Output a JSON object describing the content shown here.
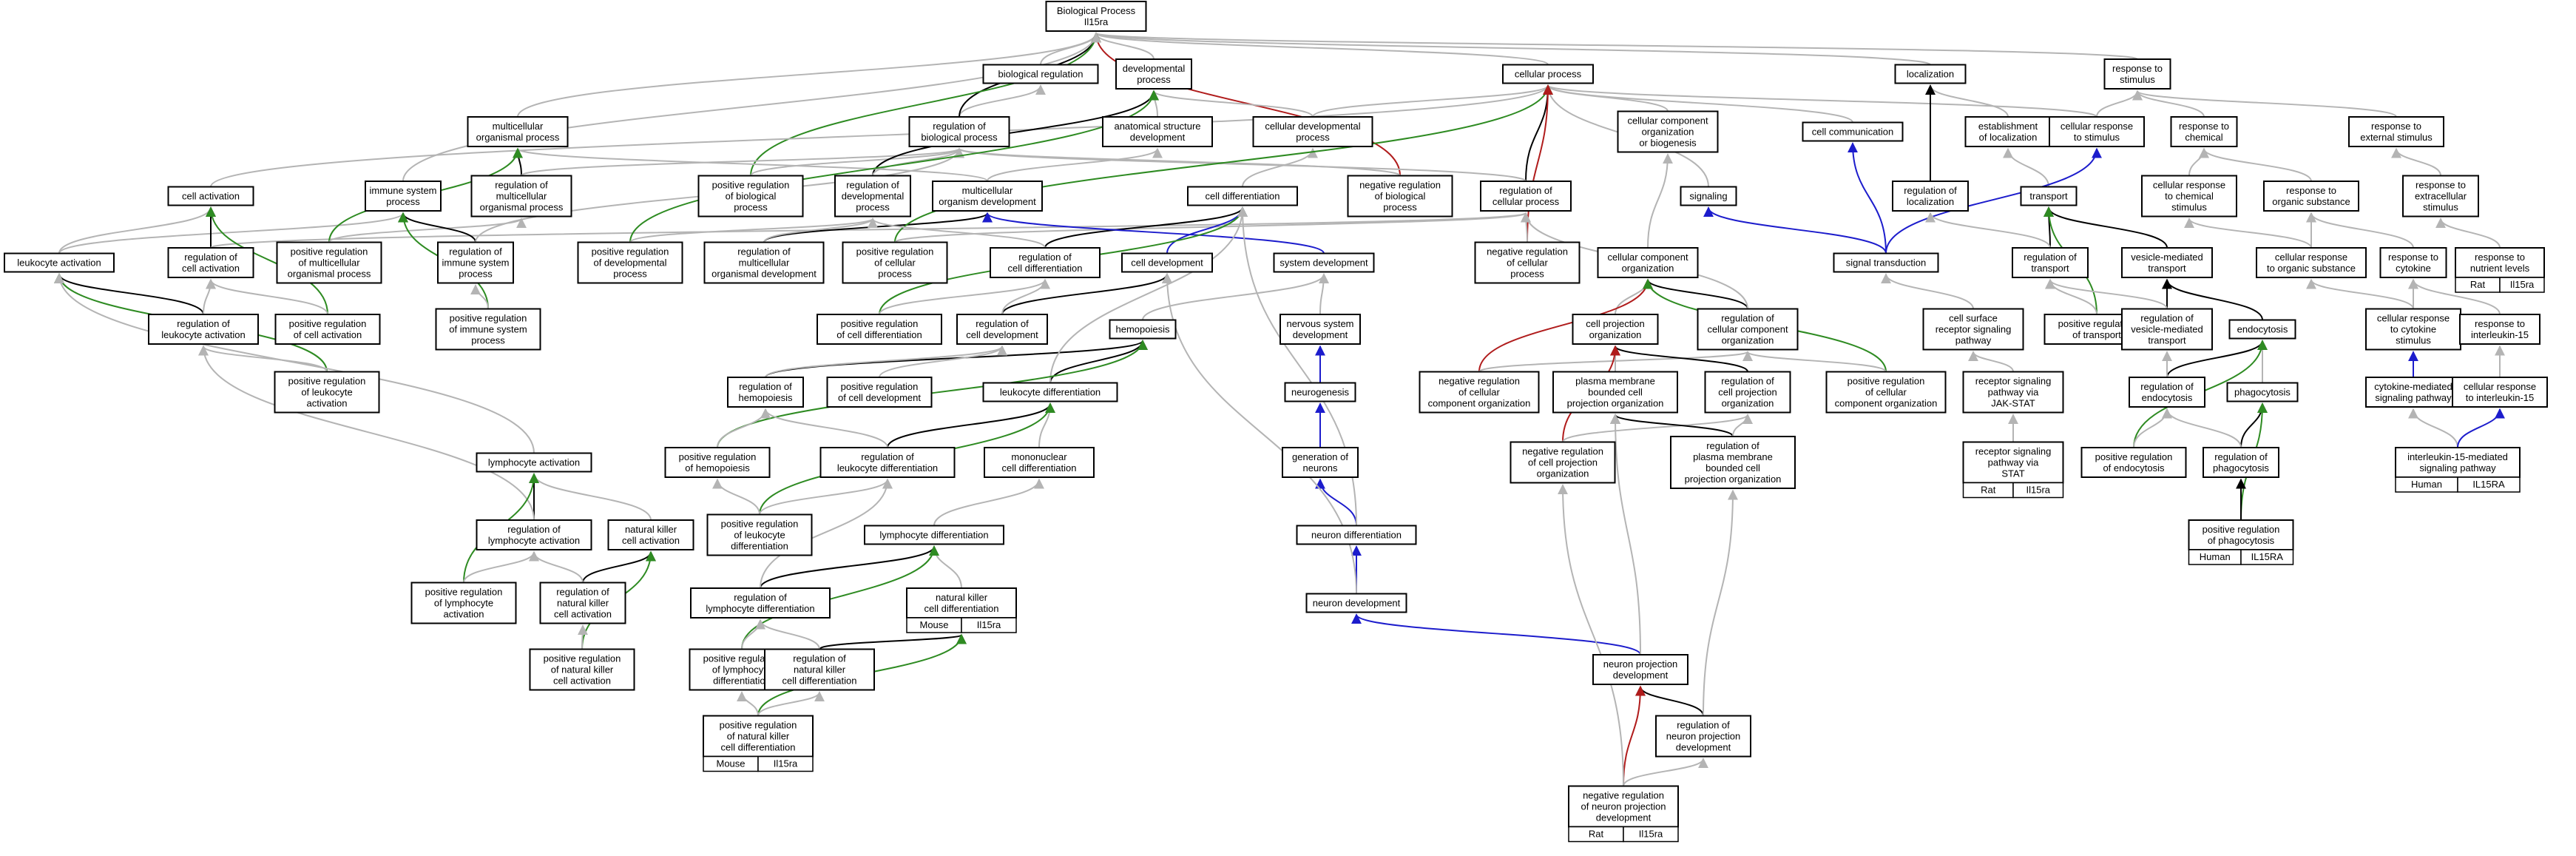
{
  "colors": {
    "gray": "#b4b4b4",
    "black": "#000000",
    "green": "#2e8b22",
    "red": "#b01c1c",
    "blue": "#1c1ccc",
    "rat": "#f4c400",
    "human": "#e85c45",
    "mouse": "#a9d2e4"
  },
  "nodes": [
    {
      "id": "bp",
      "lines": [
        "Biological Process",
        "Il15ra"
      ]
    },
    {
      "id": "biological_regulation",
      "lines": [
        "biological regulation"
      ]
    },
    {
      "id": "developmental_process",
      "lines": [
        "developmental",
        "process"
      ]
    },
    {
      "id": "cellular_process",
      "lines": [
        "cellular process"
      ]
    },
    {
      "id": "localization",
      "lines": [
        "localization"
      ]
    },
    {
      "id": "response_to_stimulus",
      "lines": [
        "response to",
        "stimulus"
      ]
    },
    {
      "id": "multicellular_organismal_process",
      "lines": [
        "multicellular",
        "organismal process"
      ]
    },
    {
      "id": "regulation_of_biological_process",
      "lines": [
        "regulation of",
        "biological process"
      ]
    },
    {
      "id": "anatomical_structure_development",
      "lines": [
        "anatomical structure",
        "development"
      ]
    },
    {
      "id": "cellular_developmental_process",
      "lines": [
        "cellular developmental",
        "process"
      ]
    },
    {
      "id": "cellular_component_organization_or_biogenesis",
      "lines": [
        "cellular component",
        "organization",
        "or biogenesis"
      ]
    },
    {
      "id": "cell_communication",
      "lines": [
        "cell communication"
      ]
    },
    {
      "id": "establishment_of_localization",
      "lines": [
        "establishment",
        "of localization"
      ]
    },
    {
      "id": "cellular_response_to_stimulus",
      "lines": [
        "cellular response",
        "to stimulus"
      ]
    },
    {
      "id": "response_to_chemical",
      "lines": [
        "response to",
        "chemical"
      ]
    },
    {
      "id": "response_to_external_stimulus",
      "lines": [
        "response to",
        "external stimulus"
      ]
    },
    {
      "id": "cell_activation",
      "lines": [
        "cell activation"
      ]
    },
    {
      "id": "immune_system_process",
      "lines": [
        "immune system",
        "process"
      ]
    },
    {
      "id": "regulation_of_multicellular_organismal_process",
      "lines": [
        "regulation of",
        "multicellular",
        "organismal process"
      ]
    },
    {
      "id": "positive_regulation_of_biological_process",
      "lines": [
        "positive regulation",
        "of biological",
        "process"
      ]
    },
    {
      "id": "regulation_of_developmental_process",
      "lines": [
        "regulation of",
        "developmental",
        "process"
      ]
    },
    {
      "id": "multicellular_organism_development",
      "lines": [
        "multicellular",
        "organism development"
      ]
    },
    {
      "id": "cell_differentiation",
      "lines": [
        "cell differentiation"
      ]
    },
    {
      "id": "negative_regulation_of_biological_process",
      "lines": [
        "negative regulation",
        "of biological",
        "process"
      ]
    },
    {
      "id": "regulation_of_cellular_process",
      "lines": [
        "regulation of",
        "cellular process"
      ]
    },
    {
      "id": "signaling",
      "lines": [
        "signaling"
      ]
    },
    {
      "id": "regulation_of_localization",
      "lines": [
        "regulation of",
        "localization"
      ]
    },
    {
      "id": "transport",
      "lines": [
        "transport"
      ]
    },
    {
      "id": "cellular_response_to_chemical_stimulus",
      "lines": [
        "cellular response",
        "to chemical",
        "stimulus"
      ]
    },
    {
      "id": "response_to_organic_substance",
      "lines": [
        "response to",
        "organic substance"
      ]
    },
    {
      "id": "response_to_extracellular_stimulus",
      "lines": [
        "response to",
        "extracellular",
        "stimulus"
      ]
    },
    {
      "id": "leukocyte_activation",
      "lines": [
        "leukocyte activation"
      ]
    },
    {
      "id": "regulation_of_cell_activation",
      "lines": [
        "regulation of",
        "cell activation"
      ]
    },
    {
      "id": "positive_regulation_of_multicellular_organismal_process",
      "lines": [
        "positive regulation",
        "of multicellular",
        "organismal process"
      ]
    },
    {
      "id": "regulation_of_immune_system_process",
      "lines": [
        "regulation of",
        "immune system",
        "process"
      ]
    },
    {
      "id": "positive_regulation_of_developmental_process",
      "lines": [
        "positive regulation",
        "of developmental",
        "process"
      ]
    },
    {
      "id": "regulation_of_multicellular_organismal_development",
      "lines": [
        "regulation of",
        "multicellular",
        "organismal development"
      ]
    },
    {
      "id": "positive_regulation_of_cellular_process",
      "lines": [
        "positive regulation",
        "of cellular",
        "process"
      ]
    },
    {
      "id": "regulation_of_cell_differentiation",
      "lines": [
        "regulation of",
        "cell differentiation"
      ]
    },
    {
      "id": "cell_development",
      "lines": [
        "cell development"
      ]
    },
    {
      "id": "system_development",
      "lines": [
        "system development"
      ]
    },
    {
      "id": "negative_regulation_of_cellular_process",
      "lines": [
        "negative regulation",
        "of cellular",
        "process"
      ]
    },
    {
      "id": "cellular_component_organization",
      "lines": [
        "cellular component",
        "organization"
      ]
    },
    {
      "id": "signal_transduction",
      "lines": [
        "signal transduction"
      ]
    },
    {
      "id": "regulation_of_transport",
      "lines": [
        "regulation of",
        "transport"
      ]
    },
    {
      "id": "vesicle_mediated_transport",
      "lines": [
        "vesicle-mediated",
        "transport"
      ]
    },
    {
      "id": "cellular_response_to_organic_substance",
      "lines": [
        "cellular response",
        "to organic substance"
      ]
    },
    {
      "id": "response_to_cytokine",
      "lines": [
        "response to",
        "cytokine"
      ]
    },
    {
      "id": "response_to_nutrient_levels",
      "lines": [
        "response to",
        "nutrient levels"
      ],
      "badge": {
        "species": "Rat",
        "gene": "Il15ra",
        "color_key": "rat"
      }
    },
    {
      "id": "regulation_of_leukocyte_activation",
      "lines": [
        "regulation of",
        "leukocyte activation"
      ]
    },
    {
      "id": "positive_regulation_of_cell_activation",
      "lines": [
        "positive regulation",
        "of cell activation"
      ]
    },
    {
      "id": "positive_regulation_of_immune_system_process",
      "lines": [
        "positive regulation",
        "of immune system",
        "process"
      ]
    },
    {
      "id": "positive_regulation_of_cell_differentiation",
      "lines": [
        "positive regulation",
        "of cell differentiation"
      ]
    },
    {
      "id": "regulation_of_cell_development",
      "lines": [
        "regulation of",
        "cell development"
      ]
    },
    {
      "id": "hemopoiesis",
      "lines": [
        "hemopoiesis"
      ]
    },
    {
      "id": "nervous_system_development",
      "lines": [
        "nervous system",
        "development"
      ]
    },
    {
      "id": "cell_projection_organization",
      "lines": [
        "cell projection",
        "organization"
      ]
    },
    {
      "id": "regulation_of_cellular_component_organization",
      "lines": [
        "regulation of",
        "cellular component",
        "organization"
      ]
    },
    {
      "id": "cell_surface_receptor_signaling_pathway",
      "lines": [
        "cell surface",
        "receptor signaling",
        "pathway"
      ]
    },
    {
      "id": "positive_regulation_of_transport",
      "lines": [
        "positive regulation",
        "of transport"
      ]
    },
    {
      "id": "regulation_of_vesicle_mediated_transport",
      "lines": [
        "regulation of",
        "vesicle-mediated",
        "transport"
      ]
    },
    {
      "id": "endocytosis",
      "lines": [
        "endocytosis"
      ]
    },
    {
      "id": "cellular_response_to_cytokine_stimulus",
      "lines": [
        "cellular response",
        "to cytokine",
        "stimulus"
      ]
    },
    {
      "id": "response_to_interleukin_15",
      "lines": [
        "response to",
        "interleukin-15"
      ]
    },
    {
      "id": "positive_regulation_of_leukocyte_activation",
      "lines": [
        "positive regulation",
        "of leukocyte",
        "activation"
      ]
    },
    {
      "id": "regulation_of_hemopoiesis",
      "lines": [
        "regulation of",
        "hemopoiesis"
      ]
    },
    {
      "id": "positive_regulation_of_cell_development",
      "lines": [
        "positive regulation",
        "of cell development"
      ]
    },
    {
      "id": "leukocyte_differentiation",
      "lines": [
        "leukocyte differentiation"
      ]
    },
    {
      "id": "neurogenesis",
      "lines": [
        "neurogenesis"
      ]
    },
    {
      "id": "negative_regulation_of_cellular_component_organization",
      "lines": [
        "negative regulation",
        "of cellular",
        "component organization"
      ]
    },
    {
      "id": "plasma_membrane_bounded_cell_projection_organization",
      "lines": [
        "plasma membrane",
        "bounded cell",
        "projection organization"
      ]
    },
    {
      "id": "regulation_of_cell_projection_organization",
      "lines": [
        "regulation of",
        "cell projection",
        "organization"
      ]
    },
    {
      "id": "positive_regulation_of_cellular_component_organization",
      "lines": [
        "positive regulation",
        "of cellular",
        "component organization"
      ]
    },
    {
      "id": "receptor_signaling_pathway_via_jak_stat",
      "lines": [
        "receptor signaling",
        "pathway via",
        "JAK-STAT"
      ]
    },
    {
      "id": "regulation_of_endocytosis",
      "lines": [
        "regulation of",
        "endocytosis"
      ]
    },
    {
      "id": "phagocytosis",
      "lines": [
        "phagocytosis"
      ]
    },
    {
      "id": "cytokine_mediated_signaling_pathway",
      "lines": [
        "cytokine-mediated",
        "signaling pathway"
      ]
    },
    {
      "id": "cellular_response_to_interleukin_15",
      "lines": [
        "cellular response",
        "to interleukin-15"
      ]
    },
    {
      "id": "positive_regulation_of_hemopoiesis",
      "lines": [
        "positive regulation",
        "of hemopoiesis"
      ]
    },
    {
      "id": "regulation_of_leukocyte_differentiation",
      "lines": [
        "regulation of",
        "leukocyte differentiation"
      ]
    },
    {
      "id": "mononuclear_cell_differentiation",
      "lines": [
        "mononuclear",
        "cell differentiation"
      ]
    },
    {
      "id": "generation_of_neurons",
      "lines": [
        "generation of",
        "neurons"
      ]
    },
    {
      "id": "negative_regulation_of_cell_projection_organization",
      "lines": [
        "negative regulation",
        "of cell projection",
        "organization"
      ]
    },
    {
      "id": "regulation_of_plasma_membrane_bounded_cell_projection_organization",
      "lines": [
        "regulation of",
        "plasma membrane",
        "bounded cell",
        "projection organization"
      ]
    },
    {
      "id": "receptor_signaling_pathway_via_stat",
      "lines": [
        "receptor signaling",
        "pathway via",
        "STAT"
      ],
      "badge": {
        "species": "Rat",
        "gene": "Il15ra",
        "color_key": "rat"
      }
    },
    {
      "id": "positive_regulation_of_endocytosis",
      "lines": [
        "positive regulation",
        "of endocytosis"
      ]
    },
    {
      "id": "regulation_of_phagocytosis",
      "lines": [
        "regulation of",
        "phagocytosis"
      ]
    },
    {
      "id": "interleukin_15_mediated_signaling_pathway",
      "lines": [
        "interleukin-15-mediated",
        "signaling pathway"
      ],
      "badge": {
        "species": "Human",
        "gene": "IL15RA",
        "color_key": "human"
      }
    },
    {
      "id": "lymphocyte_activation",
      "lines": [
        "lymphocyte activation"
      ]
    },
    {
      "id": "regulation_of_lymphocyte_activation",
      "lines": [
        "regulation of",
        "lymphocyte activation"
      ]
    },
    {
      "id": "natural_killer_cell_activation",
      "lines": [
        "natural killer",
        "cell activation"
      ]
    },
    {
      "id": "positive_regulation_of_leukocyte_differentiation",
      "lines": [
        "positive regulation",
        "of leukocyte",
        "differentiation"
      ]
    },
    {
      "id": "lymphocyte_differentiation",
      "lines": [
        "lymphocyte differentiation"
      ]
    },
    {
      "id": "neuron_differentiation",
      "lines": [
        "neuron differentiation"
      ]
    },
    {
      "id": "positive_regulation_of_phagocytosis",
      "lines": [
        "positive regulation",
        "of phagocytosis"
      ],
      "badge": {
        "species": "Human",
        "gene": "IL15RA",
        "color_key": "human"
      }
    },
    {
      "id": "positive_regulation_of_lymphocyte_activation",
      "lines": [
        "positive regulation",
        "of lymphocyte",
        "activation"
      ]
    },
    {
      "id": "regulation_of_natural_killer_cell_activation",
      "lines": [
        "regulation of",
        "natural killer",
        "cell activation"
      ]
    },
    {
      "id": "regulation_of_lymphocyte_differentiation",
      "lines": [
        "regulation of",
        "lymphocyte differentiation"
      ]
    },
    {
      "id": "natural_killer_cell_differentiation",
      "lines": [
        "natural killer",
        "cell differentiation"
      ],
      "badge": {
        "species": "Mouse",
        "gene": "Il15ra",
        "color_key": "mouse"
      }
    },
    {
      "id": "neuron_development",
      "lines": [
        "neuron development"
      ]
    },
    {
      "id": "positive_regulation_of_natural_killer_cell_activation",
      "lines": [
        "positive regulation",
        "of natural killer",
        "cell activation"
      ]
    },
    {
      "id": "positive_regulation_of_lymphocyte_differentiation",
      "lines": [
        "positive regulation",
        "of lymphocyte",
        "differentiation"
      ]
    },
    {
      "id": "regulation_of_natural_killer_cell_differentiation",
      "lines": [
        "regulation of",
        "natural killer",
        "cell differentiation"
      ]
    },
    {
      "id": "neuron_projection_development",
      "lines": [
        "neuron projection",
        "development"
      ]
    },
    {
      "id": "regulation_of_neuron_projection_development",
      "lines": [
        "regulation of",
        "neuron projection",
        "development"
      ]
    },
    {
      "id": "positive_regulation_of_natural_killer_cell_differentiation",
      "lines": [
        "positive regulation",
        "of natural killer",
        "cell differentiation"
      ],
      "badge": {
        "species": "Mouse",
        "gene": "Il15ra",
        "color_key": "mouse"
      }
    },
    {
      "id": "negative_regulation_of_neuron_projection_development",
      "lines": [
        "negative regulation",
        "of neuron projection",
        "development"
      ],
      "badge": {
        "species": "Rat",
        "gene": "Il15ra",
        "color_key": "rat"
      }
    }
  ]
}
